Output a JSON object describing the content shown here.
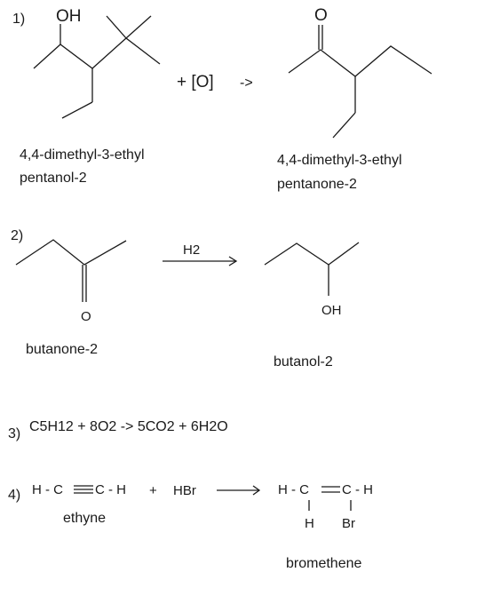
{
  "reaction1": {
    "number": "1)",
    "reactant_oh": "OH",
    "reagent": "+ [O]",
    "arrow": "->",
    "product_o": "O",
    "reactant_name_line1": "4,4-dimethyl-3-ethyl",
    "reactant_name_line2": "pentanol-2",
    "product_name_line1": "4,4-dimethyl-3-ethyl",
    "product_name_line2": "pentanone-2"
  },
  "reaction2": {
    "number": "2)",
    "reactant_o": "O",
    "reagent": "H2",
    "product_oh": "OH",
    "reactant_name": "butanone-2",
    "product_name": "butanol-2"
  },
  "reaction3": {
    "number": "3)",
    "equation": "C5H12 + 8O2 -> 5CO2 + 6H2O"
  },
  "reaction4": {
    "number": "4)",
    "reactant_left": "H - C",
    "reactant_right": "C - H",
    "plus": "+",
    "reagent": "HBr",
    "product_left": "H - C",
    "product_right": "C - H",
    "product_sub_h": "H",
    "product_sub_br": "Br",
    "reactant_name": "ethyne",
    "product_name": "bromethene"
  }
}
